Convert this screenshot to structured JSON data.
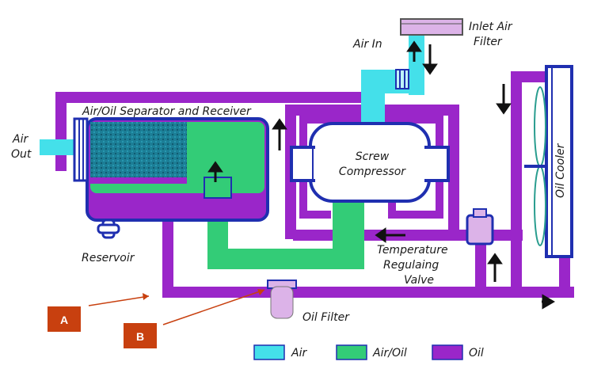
{
  "labels": {
    "air_in": "Air In",
    "inlet_filter_line1": "Inlet Air",
    "inlet_filter_line2": "Filter",
    "separator": "Air/Oil Separator and Receiver",
    "air_out_line1": "Air",
    "air_out_line2": "Out",
    "screw_line1": "Screw",
    "screw_line2": "Compressor",
    "oil_cooler": "Oil Cooler",
    "reservoir": "Reservoir",
    "temp_line1": "Temperature",
    "temp_line2": "Regulaing",
    "temp_line3": "Valve",
    "oil_filter": "Oil Filter"
  },
  "callouts": {
    "a": "A",
    "b": "B"
  },
  "legend": [
    {
      "label": "Air",
      "color": "#44e0ea"
    },
    {
      "label": "Air/Oil",
      "color": "#33cc77"
    },
    {
      "label": "Oil",
      "color": "#9a26c9"
    }
  ],
  "colors": {
    "air": "#44e0ea",
    "air_oil": "#33cc77",
    "oil": "#9a26c9",
    "component_outline": "#1f2fb0",
    "filter_fill": "#dcb3e8",
    "callout_fill": "#c8400f",
    "pointer": "#c8400f"
  }
}
